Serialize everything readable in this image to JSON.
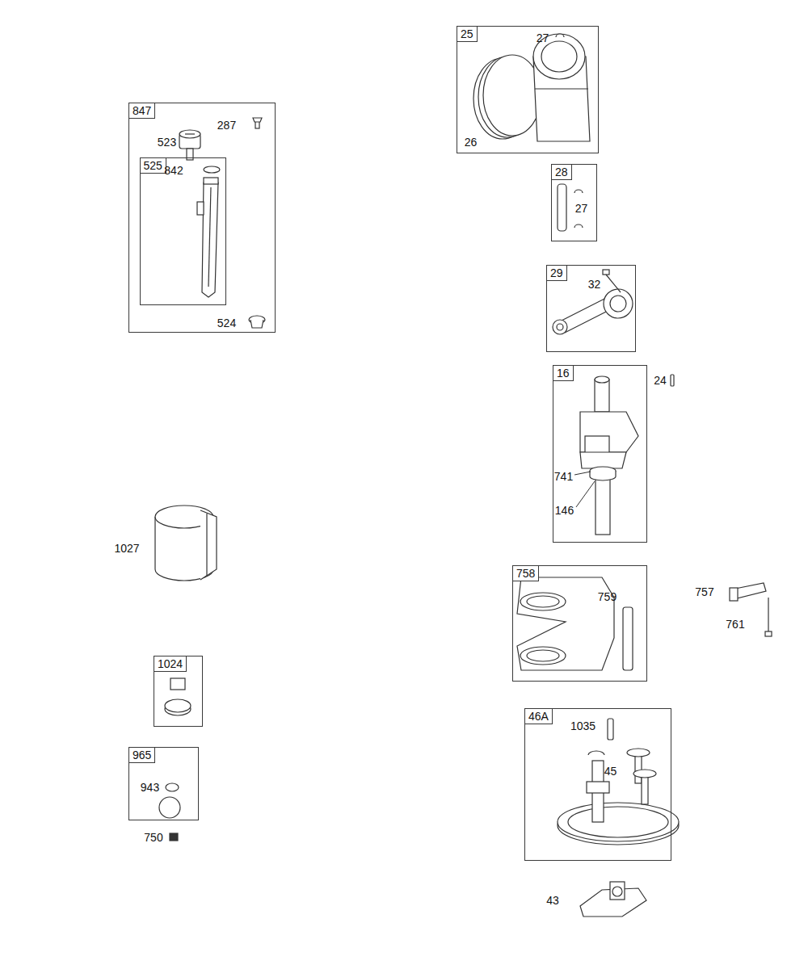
{
  "diagram": {
    "nodes": [
      {
        "text": [
          "847",
          "287",
          "523",
          "524"
        ]
      },
      {
        "text": [
          "525",
          "842"
        ],
        "in": 0
      },
      {
        "text": [
          "25",
          "27",
          "26"
        ]
      },
      {
        "text": [
          "28",
          "27"
        ]
      },
      {
        "text": [
          "29",
          "32"
        ]
      },
      {
        "text": [
          "16",
          "741",
          "146"
        ]
      },
      {
        "text": [
          "758",
          "759"
        ]
      },
      {
        "text": [
          "1024"
        ]
      },
      {
        "text": [
          "965",
          "943"
        ]
      },
      {
        "text": [
          "46A",
          "1035",
          "45"
        ]
      }
    ],
    "labels": [
      "24",
      "1027",
      "757",
      "761",
      "750",
      "43"
    ]
  }
}
